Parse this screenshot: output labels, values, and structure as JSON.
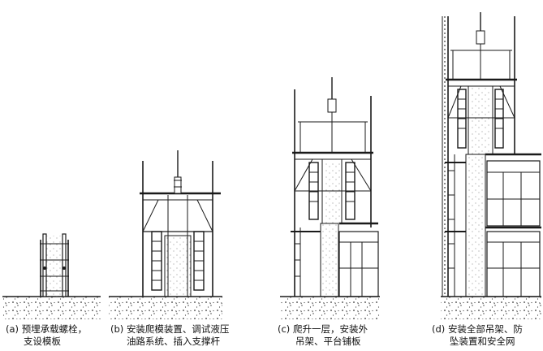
{
  "panels": [
    {
      "id": "a",
      "label": "(a)",
      "line1": "预埋承载螺栓，",
      "line2": "支设模板"
    },
    {
      "id": "b",
      "label": "(b)",
      "line1": "安装爬模装置、调试液压",
      "line2": "油路系统、插入支撑杆"
    },
    {
      "id": "c",
      "label": "(c)",
      "line1": "爬升一层，安装外",
      "line2": "吊架、平台铺板"
    },
    {
      "id": "d",
      "label": "(d)",
      "line1": "安装全部吊架、防",
      "line2": "坠装置和安全网"
    }
  ],
  "colors": {
    "ink": "#1a1a1a",
    "concrete": "#6e6e6e",
    "background": "#ffffff"
  }
}
